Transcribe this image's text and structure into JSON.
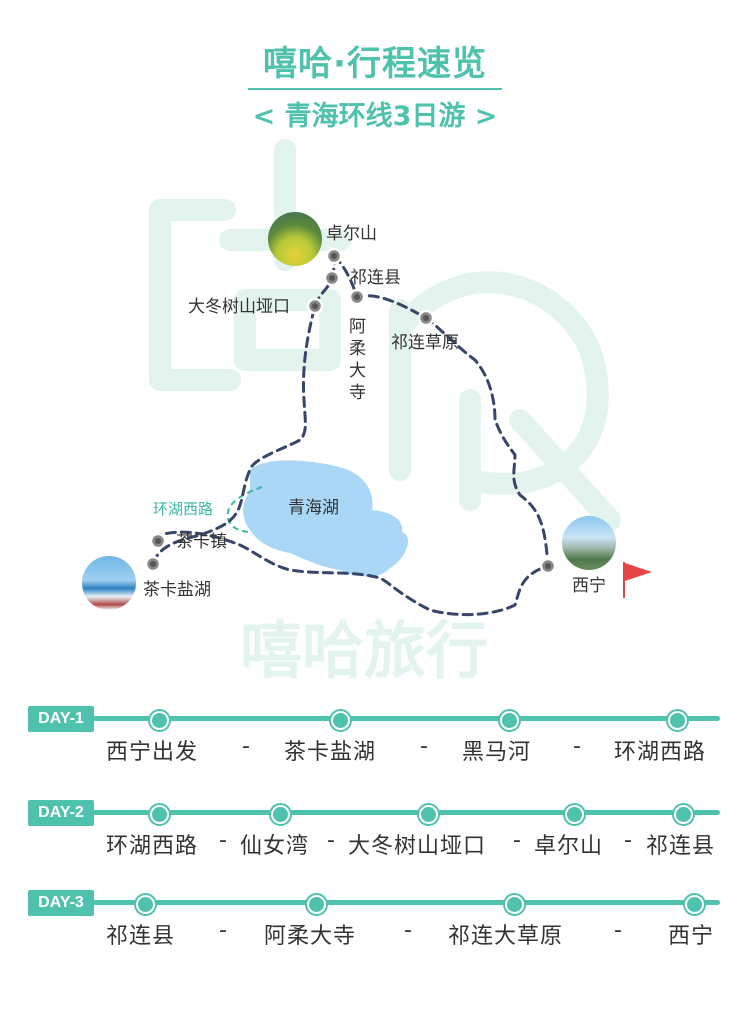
{
  "title": "嘻哈·行程速览",
  "subtitle": "< 青海环线3日游 >",
  "watermark": "嘻哈旅行",
  "colors": {
    "accent": "#4fc2ae",
    "route": "#39466b",
    "lake": "#a9d7f5",
    "flag": "#e64545"
  },
  "map": {
    "places": {
      "zhuoershan": "卓尔山",
      "qilianxian": "祁连县",
      "dadongshu": "大冬树山垭口",
      "arou": "阿柔大寺",
      "qiliancaoyuan": "祁连草原",
      "qinghaihu": "青海湖",
      "huanhuxilu": "环湖西路",
      "chaka": "茶卡镇",
      "chakayanhu": "茶卡盐湖",
      "xining": "西宁"
    }
  },
  "itinerary": [
    {
      "tag": "DAY-1",
      "stops": [
        "西宁出发",
        "-",
        "茶卡盐湖",
        "-",
        "黑马河",
        "-",
        "环湖西路"
      ]
    },
    {
      "tag": "DAY-2",
      "stops": [
        "环湖西路",
        "-",
        "仙女湾",
        "-",
        "大冬树山垭口",
        "-",
        "卓尔山",
        "-",
        "祁连县"
      ]
    },
    {
      "tag": "DAY-3",
      "stops": [
        "祁连县",
        "-",
        "阿柔大寺",
        "-",
        "祁连大草原",
        "-",
        "西宁"
      ]
    }
  ]
}
